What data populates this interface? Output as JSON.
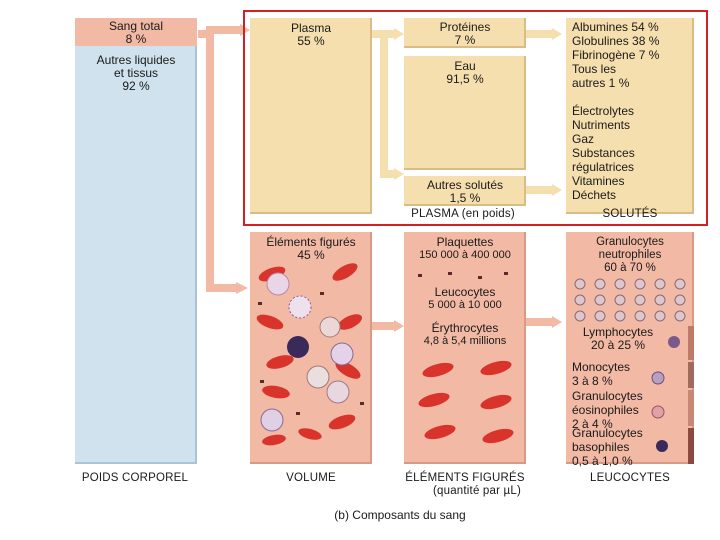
{
  "body_weight": {
    "total_blood_label": "Sang total",
    "total_blood_value": "8 %",
    "other_fluids_label_1": "Autres liquides",
    "other_fluids_label_2": "et tissus",
    "other_fluids_value": "92 %",
    "column_label": "POIDS CORPOREL"
  },
  "volume": {
    "plasma_label": "Plasma",
    "plasma_value": "55 %",
    "formed_label": "Éléments figurés",
    "formed_value": "45 %",
    "column_label": "VOLUME"
  },
  "plasma_weight": {
    "proteins_label": "Protéines",
    "proteins_value": "7 %",
    "water_label": "Eau",
    "water_value": "91,5 %",
    "other_solutes_label": "Autres solutés",
    "other_solutes_value": "1,5 %",
    "column_label": "PLASMA (en poids)"
  },
  "solutes": {
    "proteins_list": [
      "Albumines 54 %",
      "Globulines 38 %",
      "Fibrinogène 7 %",
      "Tous les",
      "autres 1 %"
    ],
    "other_list": [
      "Électrolytes",
      "Nutriments",
      "Gaz",
      "Substances",
      "régulatrices",
      "Vitamines",
      "Déchets"
    ],
    "column_label": "SOLUTÉS"
  },
  "formed_elements": {
    "platelets_label": "Plaquettes",
    "platelets_value": "150 000 à 400 000",
    "leukocytes_label": "Leucocytes",
    "leukocytes_value": "5 000 à 10 000",
    "erythrocytes_label": "Érythrocytes",
    "erythrocytes_value": "4,8 à 5,4 millions",
    "column_label_1": "ÉLÉMENTS FIGURÉS",
    "column_label_2": "(quantité par µL)"
  },
  "leukocytes": {
    "neutrophils_label_1": "Granulocytes",
    "neutrophils_label_2": "neutrophiles",
    "neutrophils_value": "60 à 70 %",
    "lymphocytes_label": "Lymphocytes",
    "lymphocytes_value": "20 à 25 %",
    "monocytes_label": "Monocytes",
    "monocytes_value": "3 à 8 %",
    "eosinophils_label_1": "Granulocytes",
    "eosinophils_label_2": "éosinophiles",
    "eosinophils_value": "2 à 4 %",
    "basophils_label_1": "Granulocytes",
    "basophils_label_2": "basophiles",
    "basophils_value": "0,5 à 1,0 %",
    "column_label": "LEUCOCYTES"
  },
  "caption": "(b) Composants du sang",
  "colors": {
    "tan": "#f6dfae",
    "pink": "#f2b9a5",
    "blue": "#cfe2ee",
    "rbc": "#d9342b",
    "highlight": "#d42020"
  }
}
